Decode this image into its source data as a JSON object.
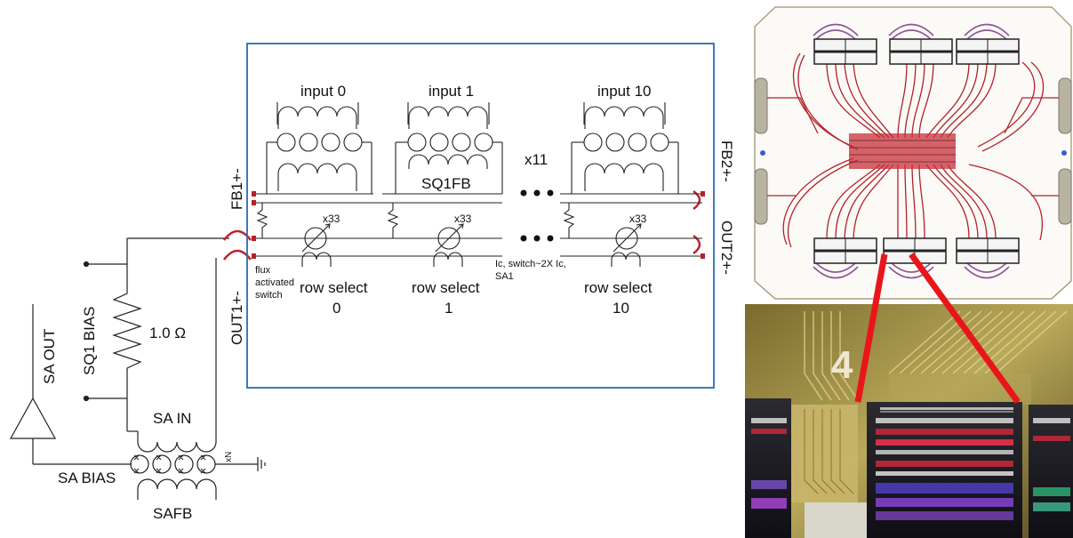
{
  "schematic": {
    "inputs": [
      "input 0",
      "input 1",
      "input 10"
    ],
    "row_selects": [
      {
        "label": "row select",
        "index": "0"
      },
      {
        "label": "row select",
        "index": "1"
      },
      {
        "label": "row select",
        "index": "10"
      }
    ],
    "x11": "x11",
    "x33": "x33",
    "sq1fb": "SQ1FB",
    "fb1": "FB1+-",
    "out1": "OUT1+-",
    "fb2": "FB2+-",
    "out2": "OUT2+-",
    "flux_switch": [
      "flux",
      "activated",
      "switch"
    ],
    "ic_note": [
      "Ic, switch~2X Ic,",
      "SA1"
    ],
    "sq1_bias": "SQ1 BIAS",
    "resistor": "1.0 Ω",
    "sa_out": "SA OUT",
    "sa_in": "SA IN",
    "sa_bias": "SA BIAS",
    "safb": "SAFB",
    "xN": "xN"
  },
  "photo": {
    "chip_number": "4"
  },
  "colors": {
    "box_border": "#2a6cb0",
    "callout_line": "#e8161b",
    "trace_red": "#b5202a",
    "trace_purple": "#7a3a8a"
  }
}
